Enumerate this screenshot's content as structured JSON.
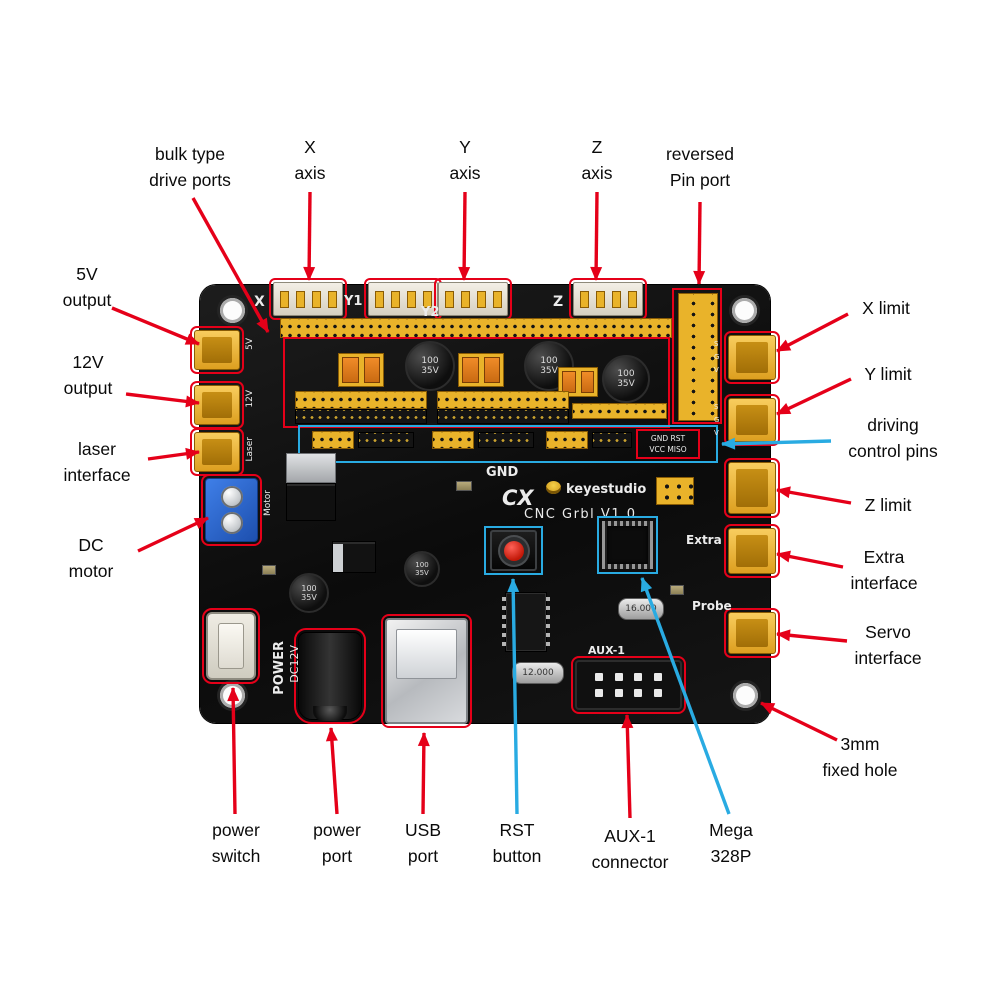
{
  "colors": {
    "callout_red": "#e50019",
    "callout_blue": "#29abe2",
    "connector_yellow": "#e9b32a",
    "board_black": "#0b0b0b"
  },
  "callouts": {
    "bulk_type": "bulk type\ndrive ports",
    "x_axis": "X\naxis",
    "y_axis": "Y\naxis",
    "z_axis": "Z\naxis",
    "reversed_pin": "reversed\nPin port",
    "v5_output": "5V\noutput",
    "v12_output": "12V\noutput",
    "laser_interface": "laser\ninterface",
    "dc_motor": "DC\nmotor",
    "x_limit": "X limit",
    "y_limit": "Y limit",
    "driving_control_pins": "driving\ncontrol pins",
    "z_limit": "Z limit",
    "extra_interface": "Extra\ninterface",
    "servo_interface": "Servo\ninterface",
    "fixed_hole": "3mm\nfixed hole",
    "power_switch": "power\nswitch",
    "power_port": "power\nport",
    "usb_port": "USB\nport",
    "rst_button": "RST\nbutton",
    "aux1_connector": "AUX-1\nconnector",
    "mega_328p": "Mega\n328P"
  },
  "board": {
    "silk": {
      "x": "X",
      "y1": "Y1",
      "y2": "Y2",
      "z": "Z",
      "gnd": "GND",
      "cx": "CX",
      "brand": "keyestudio",
      "version": "CNC Grbl V1.0",
      "extra": "Extra",
      "probe": "Probe",
      "aux1": "AUX-1",
      "power": "POWER",
      "dc12v": "DC12V",
      "xtal_16": "16.000",
      "xtal_12": "12.000",
      "cap": "100\n35V",
      "port_5v": "5V",
      "port_12v": "12V",
      "port_laser": "Laser",
      "port_motor": "Motor",
      "pins_sgv": "S\nG\nV",
      "ctrl_box": "GND RST\nVCC MISO"
    }
  }
}
